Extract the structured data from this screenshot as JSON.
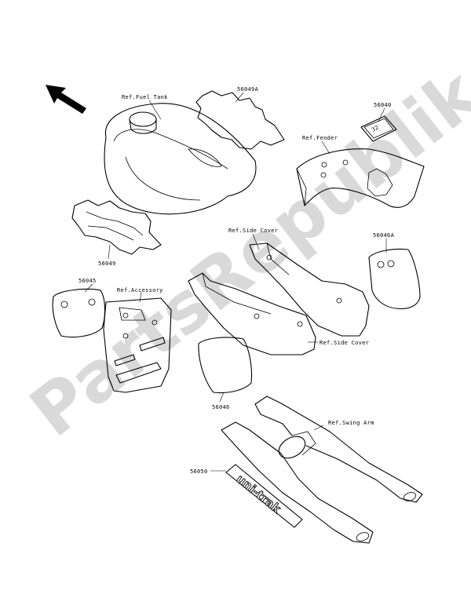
{
  "watermark": "PartsRepublik",
  "labels": {
    "ref_fuel_tank": "Ref.Fuel Tank",
    "p56049a": "56049A",
    "p56040": "56040",
    "ref_fender": "Ref.Fender",
    "p56049": "56049",
    "ref_side_cover_top": "Ref.Side Cover",
    "p56046a": "56046A",
    "p56045": "56045",
    "ref_accessory": "Ref.Accessory",
    "ref_side_cover_bottom": "Ref.Side Cover",
    "p56046": "56046",
    "ref_swing_arm": "Ref.Swing Arm",
    "p56050": "56050"
  },
  "decal_text": "uni-trak",
  "colors": {
    "line": "#000000",
    "watermark": "#d9d9d9",
    "background": "#ffffff"
  }
}
